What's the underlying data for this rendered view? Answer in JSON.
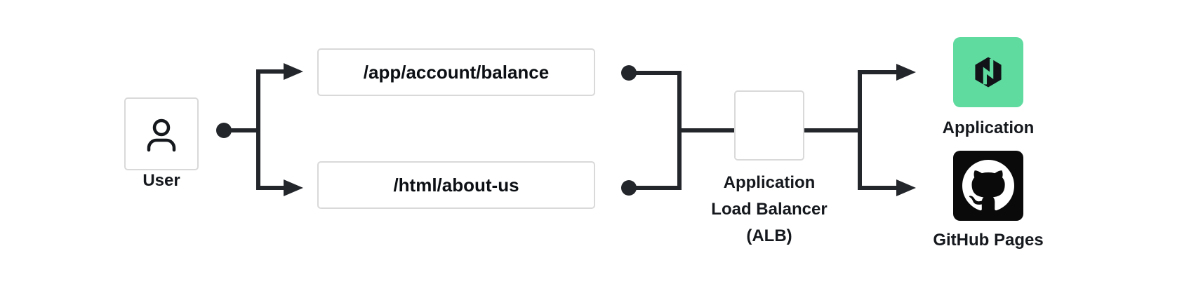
{
  "diagram": {
    "user": {
      "label": "User"
    },
    "routes": [
      {
        "path": "/app/account/balance"
      },
      {
        "path": "/html/about-us"
      }
    ],
    "alb": {
      "line1": "Application",
      "line2": "Load Balancer",
      "line3": "(ALB)"
    },
    "targets": [
      {
        "label": "Application",
        "icon": "nhost-hexagon-icon"
      },
      {
        "label": "GitHub Pages",
        "icon": "github-octocat-icon"
      }
    ],
    "icons": {
      "user": "user-icon",
      "application": "nhost-hexagon-icon",
      "github": "github-octocat-icon"
    },
    "colors": {
      "connector": "#23262b",
      "box_border": "#d9d9d9",
      "text": "#15181d",
      "application_green": "#5fdba0",
      "github_black": "#0a0a0a",
      "background": "#ffffff"
    }
  }
}
